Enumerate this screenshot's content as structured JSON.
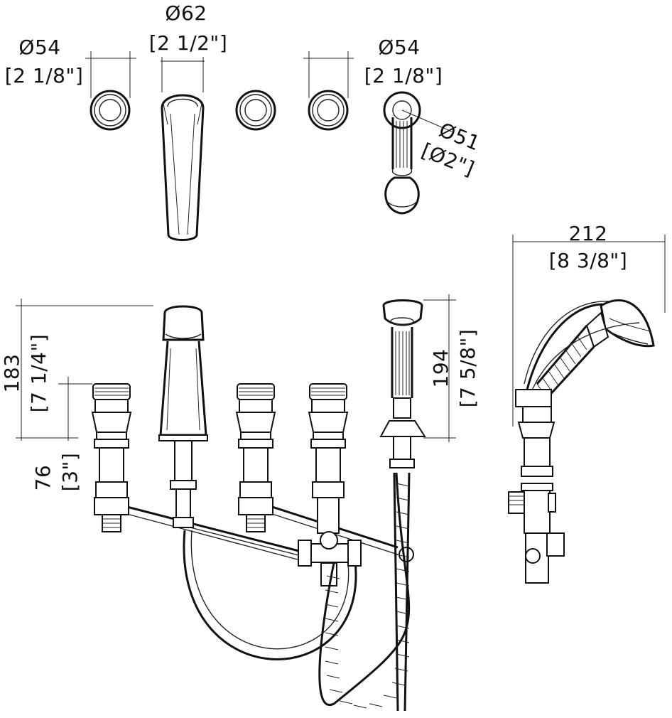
{
  "dimensions": {
    "trim_left": {
      "metric": "Ø54",
      "imperial": "[2 1/8\"]"
    },
    "spout_diameter": {
      "metric": "Ø62",
      "imperial": "[2 1/2\"]"
    },
    "trim_right": {
      "metric": "Ø54",
      "imperial": "[2 1/8\"]"
    },
    "handshower_holder": {
      "metric": "Ø51",
      "imperial": "[Ø2\"]"
    },
    "side_width": {
      "metric": "212",
      "imperial": "[8 3/8\"]"
    },
    "overall_height": {
      "metric": "183",
      "imperial": "[7 1/4\"]"
    },
    "valve_height": {
      "metric": "76",
      "imperial": "[3\"]"
    },
    "handshower_height": {
      "metric": "194",
      "imperial": "[7 5/8\"]"
    }
  }
}
